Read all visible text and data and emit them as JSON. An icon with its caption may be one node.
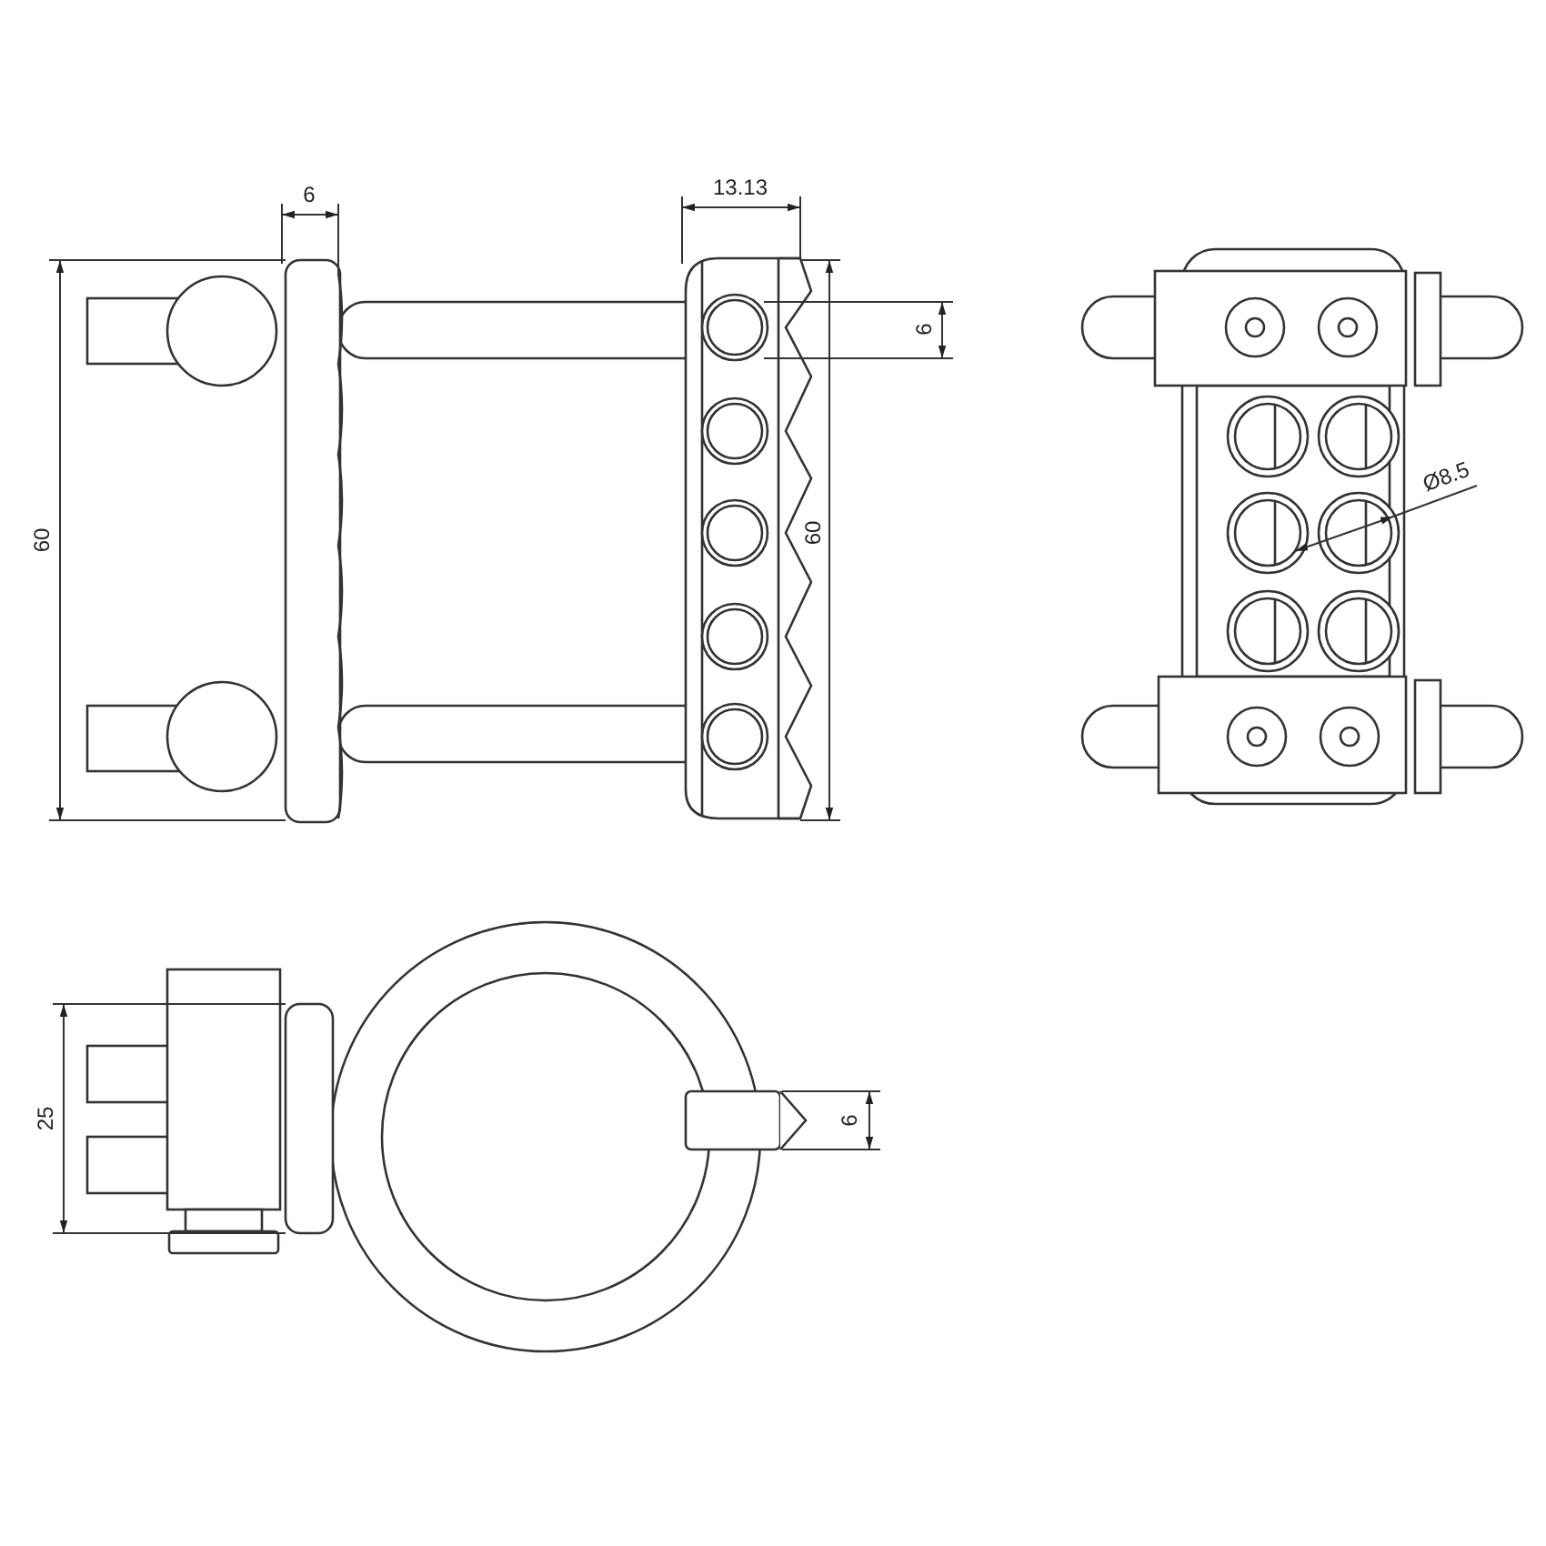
{
  "diagram": {
    "labels": [
      "6",
      "13.13",
      "6",
      "60",
      "60",
      "Ø8.5",
      "25",
      "6"
    ]
  }
}
